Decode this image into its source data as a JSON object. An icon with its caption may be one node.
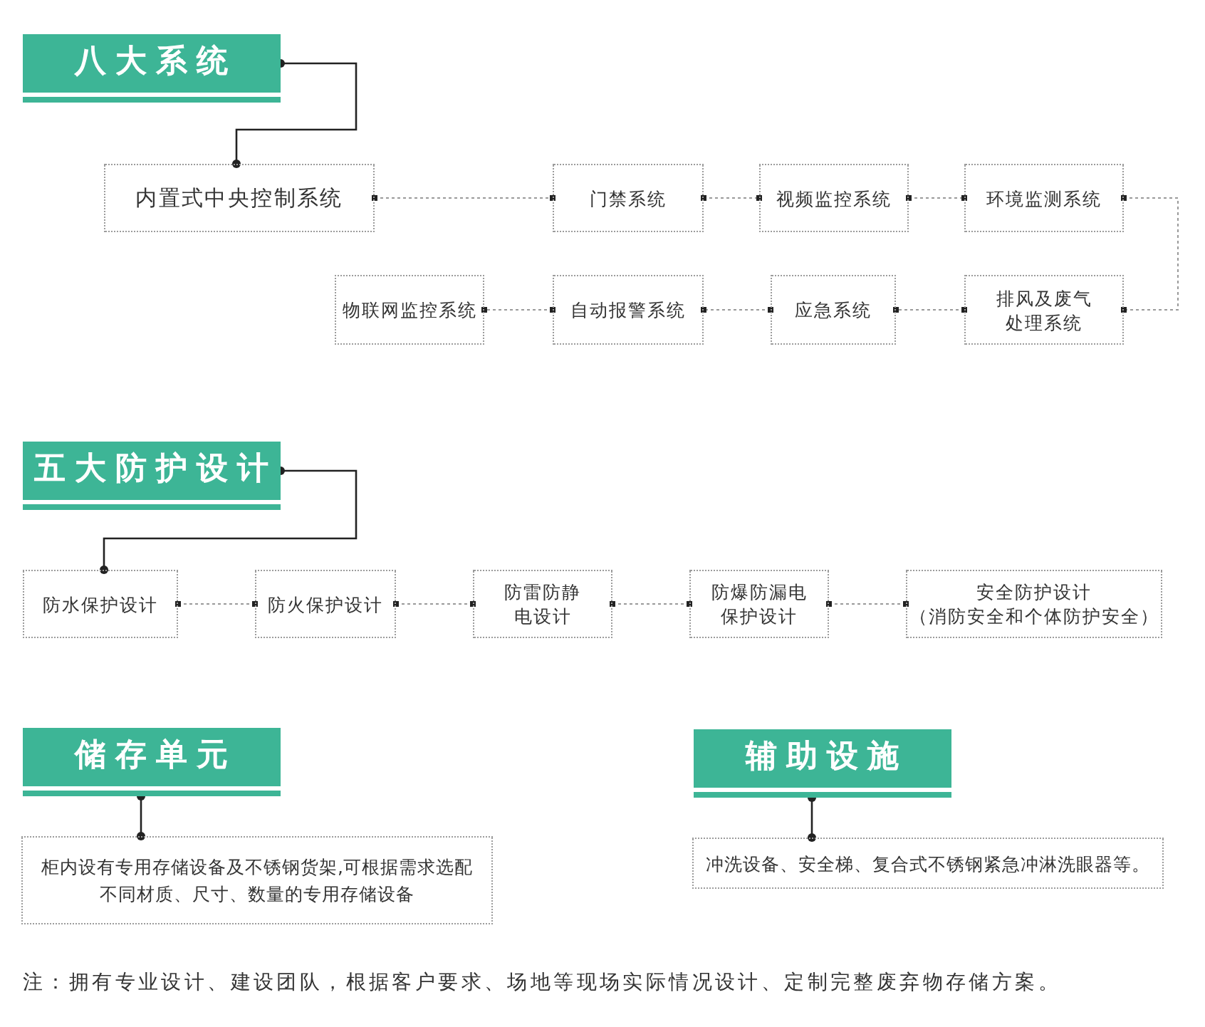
{
  "diagram": {
    "nodes": [
      {
        "text": [
          "八大系统"
        ]
      },
      {
        "text": [
          "内置式中央控制系统"
        ]
      },
      {
        "text": [
          "门禁系统"
        ]
      },
      {
        "text": [
          "视频监控系统"
        ]
      },
      {
        "text": [
          "环境监测系统"
        ]
      },
      {
        "text": [
          "物联网监控系统"
        ]
      },
      {
        "text": [
          "自动报警系统"
        ]
      },
      {
        "text": [
          "应急系统"
        ]
      },
      {
        "text": [
          "排风及废气处理系统"
        ]
      },
      {
        "text": [
          "五大防护设计"
        ]
      },
      {
        "text": [
          "防水保护设计"
        ]
      },
      {
        "text": [
          "防火保护设计"
        ]
      },
      {
        "text": [
          "防雷防静电设计"
        ]
      },
      {
        "text": [
          "防爆防漏电保护设计"
        ]
      },
      {
        "text": [
          "安全防护设计",
          "（消防安全和个体防护安全）"
        ]
      },
      {
        "text": [
          "储存单元"
        ]
      },
      {
        "text": [
          "柜内设有专用存储设备及不锈钢货架,可根据需求选配不同材质、尺寸、数量的专用存储设备"
        ]
      },
      {
        "text": [
          "辅助设施"
        ]
      },
      {
        "text": [
          "冲洗设备、安全梯、复合式不锈钢紧急冲淋洗眼器等。"
        ]
      }
    ],
    "edges": [
      {
        "from": 0,
        "to": 1,
        "arrow": "other",
        "color": "#222222"
      },
      {
        "from": 1,
        "to": 2,
        "arrow": "other",
        "style": "dashed"
      },
      {
        "from": 2,
        "to": 3,
        "arrow": "other",
        "style": "dashed"
      },
      {
        "from": 3,
        "to": 4,
        "arrow": "other",
        "style": "dashed"
      },
      {
        "from": 4,
        "to": 8,
        "arrow": "other",
        "style": "dashed"
      },
      {
        "from": 8,
        "to": 7,
        "arrow": "other",
        "style": "dashed"
      },
      {
        "from": 7,
        "to": 6,
        "arrow": "other",
        "style": "dashed"
      },
      {
        "from": 6,
        "to": 5,
        "arrow": "other",
        "style": "dashed"
      },
      {
        "from": 9,
        "to": 10,
        "arrow": "other",
        "color": "#222222"
      },
      {
        "from": 10,
        "to": 11,
        "arrow": "other",
        "style": "dashed"
      },
      {
        "from": 11,
        "to": 12,
        "arrow": "other",
        "style": "dashed"
      },
      {
        "from": 12,
        "to": 13,
        "arrow": "other",
        "style": "dashed"
      },
      {
        "from": 13,
        "to": 14,
        "arrow": "other",
        "style": "dashed"
      },
      {
        "from": 15,
        "to": 16,
        "arrow": "other",
        "color": "#222222"
      },
      {
        "from": 17,
        "to": 18,
        "arrow": "other",
        "color": "#222222"
      }
    ],
    "labels": [
      "注：拥有专业设计、建设团队，根据客户要求、场地等现场实际情况设计、定制完整废弃物存储方案。"
    ]
  }
}
